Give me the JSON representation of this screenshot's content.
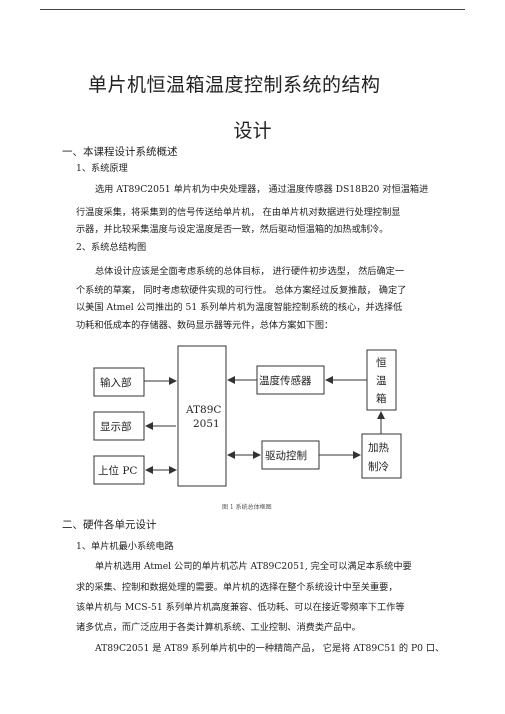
{
  "title": {
    "line1": "单片机恒温箱温度控制系统的结构",
    "line2": "设计"
  },
  "sections": {
    "s1": "一、本课程设计系统概述",
    "s1_1": "1、系统原理",
    "p1": [
      "选用 AT89C2051 单片机为中央处理器，  通过温度传感器  DS18B20 对恒温箱进",
      "行温度采集，将采集到的信号传送给单片机，     在由单片机对数据进行处理控制显",
      "示器，并比较采集温度与设定温度是否一致，然后驱动恒温箱的加热或制冷。"
    ],
    "s1_2": "2、系统总结构图",
    "p2": [
      "总体设计应该是全面考虑系统的总体目标，      进行硬件初步选型，  然后确定一",
      "个系统的草案，  同时考虑软硬件实现的可行性。  总体方案经过反复推敲，  确定了",
      "以美国 Atmel 公司推出的  51 系列单片机为温度智能控制系统的核心，并选择低",
      "功耗和低成本的存储器、数码显示器等元件，总体方案如下图："
    ],
    "s2": "二、硬件各单元设计",
    "s2_1": "1、单片机最小系统电路",
    "p3": [
      "单片机选用 Atmel 公司的单片机芯片    AT89C2051, 完全可以满足本系统中要",
      "求的采集、控制和数据处理的需要。单片机的选择在整个系统设计中至关重要，",
      "该单片机与  MCS-51 系列单片机高度兼容、低功耗、可以在接近零频率下工作等",
      "诸多优点，而广泛应用于各类计算机系统、工业控制、消费类产品中。",
      "AT89C2051 是 AT89 系列单片机中的一种精简产品，  它是将 AT89C51 的 P0 口、"
    ]
  },
  "diagram": {
    "input": "输入部",
    "display": "显示部",
    "pc": "上位 PC",
    "mcu_line1": "AT89C",
    "mcu_line2": "2051",
    "sensor": "温度传感器",
    "driver": "驱动控制",
    "box_c1": "恒",
    "box_c2": "温",
    "box_c3": "箱",
    "heat1": "加热",
    "heat2": "制冷",
    "caption": "图 1 系统总体框图"
  }
}
